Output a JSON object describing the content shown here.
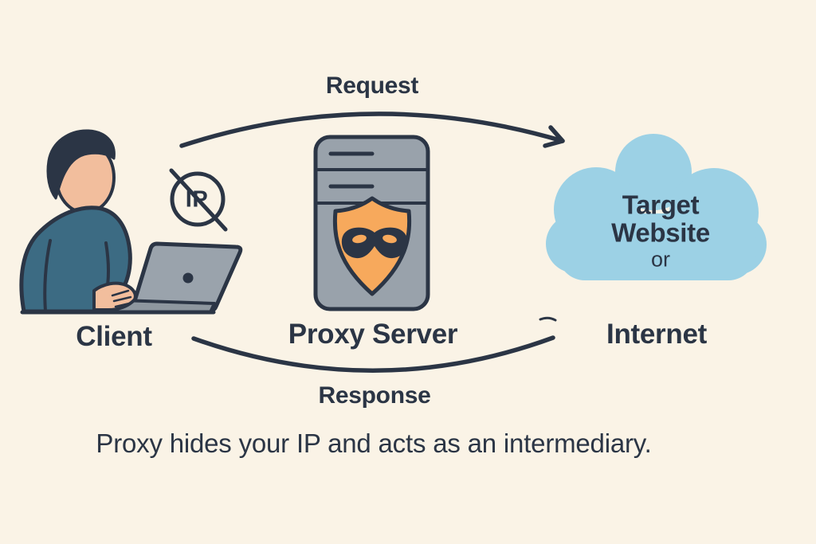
{
  "page": {
    "background_color": "#FAF3E6",
    "ink_color": "#2B3545"
  },
  "flow": {
    "request_label": "Request",
    "response_label": "Response"
  },
  "client": {
    "label": "Client",
    "blocked_ip_badge": "IP"
  },
  "proxy": {
    "label": "Proxy Server"
  },
  "internet": {
    "label": "Internet",
    "cloud_text_line1": "Target",
    "cloud_text_line2": "Website",
    "cloud_text_line3": "or"
  },
  "caption": "Proxy hides your IP and acts as an intermediary.",
  "colors": {
    "cloud_blue": "#9CD1E5",
    "server_gray": "#99A2AB",
    "shield_orange": "#F7A95C",
    "shirt_teal": "#3C6B83",
    "skin": "#F2BE9D"
  }
}
